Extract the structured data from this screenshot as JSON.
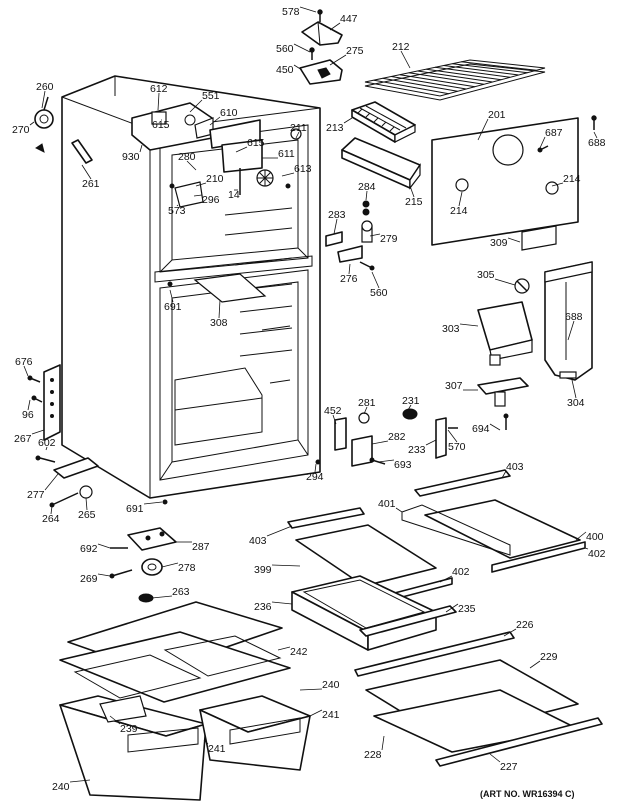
{
  "diagram": {
    "art_number": "(ART NO. WR16394 C)",
    "part_labels": [
      "578",
      "447",
      "560",
      "275",
      "450",
      "212",
      "260",
      "270",
      "612",
      "551",
      "615",
      "610",
      "930",
      "261",
      "280",
      "615",
      "611",
      "211",
      "613",
      "210",
      "296",
      "573",
      "14",
      "213",
      "201",
      "687",
      "688",
      "214",
      "214",
      "215",
      "284",
      "283",
      "279",
      "276",
      "560",
      "309",
      "305",
      "691",
      "308",
      "688",
      "303",
      "304",
      "307",
      "676",
      "96",
      "267",
      "602",
      "452",
      "281",
      "231",
      "282",
      "233",
      "570",
      "694",
      "693",
      "294",
      "277",
      "264",
      "265",
      "691",
      "403",
      "401",
      "400",
      "402",
      "692",
      "287",
      "278",
      "269",
      "263",
      "403",
      "399",
      "402",
      "236",
      "235",
      "226",
      "229",
      "242",
      "240",
      "241",
      "239",
      "241",
      "240",
      "228",
      "227"
    ]
  }
}
